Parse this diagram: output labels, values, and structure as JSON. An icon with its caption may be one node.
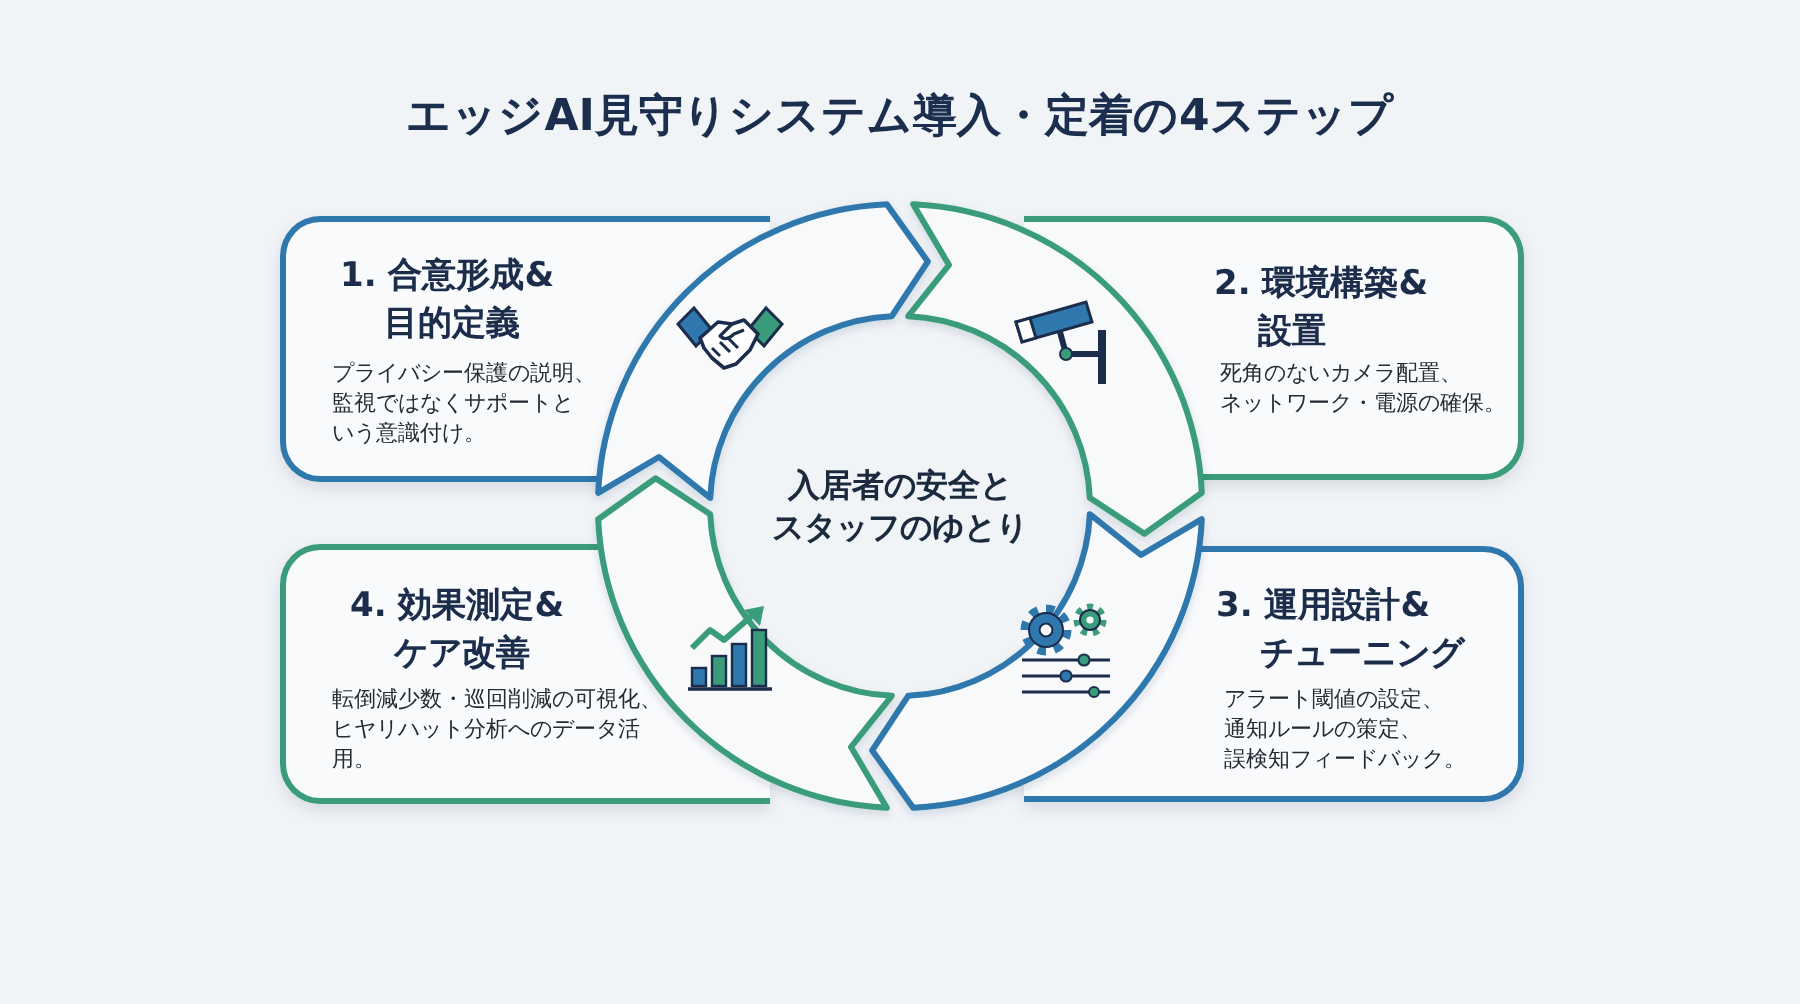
{
  "diagram": {
    "title": "エッジAI見守りシステム導入・定着の4ステップ",
    "nodes": [
      {
        "text": [
          "1. 合意形成&目的定義",
          "プライバシー保護の説明、監視ではなくサポートという意識付け。"
        ]
      },
      {
        "text": [
          "2. 環境構築&設置",
          "死角のないカメラ配置、ネットワーク・電源の確保。"
        ]
      },
      {
        "text": [
          "3. 運用設計&チューニング",
          "アラート閾値の設定、通知ルールの策定、誤検知フィードバック。"
        ]
      },
      {
        "text": [
          "4. 効果測定&ケア改善",
          "転倒減少数・巡回削減の可視化、ヒヤリハット分析へのデータ活用。"
        ]
      },
      {
        "text": [
          "入居者の安全とスタッフのゆとり"
        ]
      },
      {
        "text": [],
        "shape": "arrow"
      },
      {
        "text": [],
        "shape": "arrow"
      },
      {
        "text": [],
        "shape": "arrow"
      },
      {
        "text": [],
        "shape": "arrow"
      }
    ]
  }
}
